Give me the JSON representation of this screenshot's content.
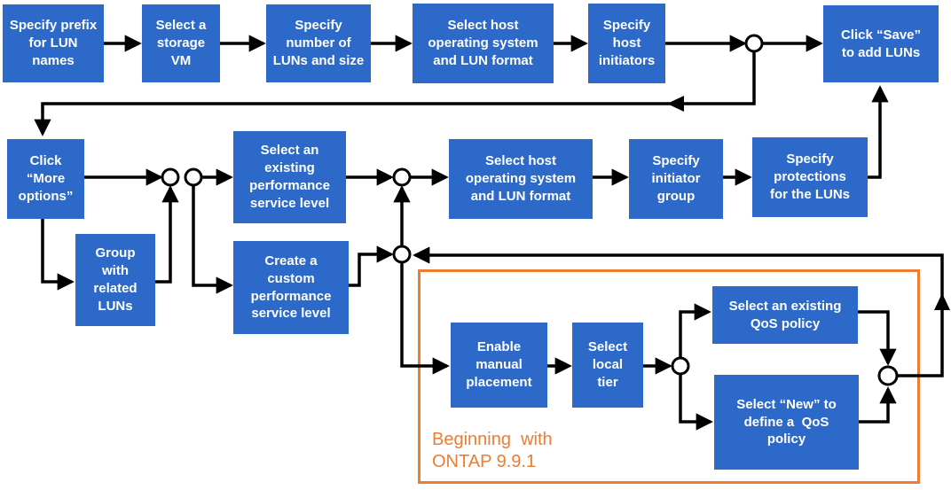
{
  "diagram_type": "flowchart",
  "colors": {
    "background": "#FFFFFF",
    "node_fill": "#2D69C8",
    "node_text": "#FFFFFF",
    "connector": "#000000",
    "connector_junction_fill": "#FFFFFF",
    "callout_accent": "#ED7D31"
  },
  "nodes": {
    "specify_prefix": {
      "label": "Specify prefix\nfor LUN\nnames"
    },
    "select_storage_vm": {
      "label": "Select a\nstorage\nVM"
    },
    "specify_number": {
      "label": "Specify\nnumber of\nLUNs and size"
    },
    "select_host_os_top": {
      "label": "Select host\noperating system\nand LUN format"
    },
    "specify_host_initiators": {
      "label": "Specify\nhost\ninitiators"
    },
    "click_save": {
      "label": "Click “Save”\nto add LUNs"
    },
    "click_more_options": {
      "label": "Click\n“More\noptions”"
    },
    "select_existing_psl": {
      "label": "Select an\nexisting\nperformance\nservice level"
    },
    "select_host_os_mid": {
      "label": "Select host\noperating system\nand LUN format"
    },
    "specify_initiator_group": {
      "label": "Specify\ninitiator\ngroup"
    },
    "specify_protections": {
      "label": "Specify\nprotections\nfor the LUNs"
    },
    "group_related_luns": {
      "label": "Group\nwith\nrelated\nLUNs"
    },
    "create_custom_psl": {
      "label": "Create a\ncustom\nperformance\nservice level"
    },
    "enable_manual_placement": {
      "label": "Enable\nmanual\nplacement"
    },
    "select_local_tier": {
      "label": "Select\nlocal\ntier"
    },
    "select_existing_qos": {
      "label": "Select an existing\nQoS policy"
    },
    "select_new_qos": {
      "label": "Select “New” to\ndefine a  QoS\npolicy"
    }
  },
  "callout": {
    "text": "Beginning  with\nONTAP 9.9.1"
  }
}
